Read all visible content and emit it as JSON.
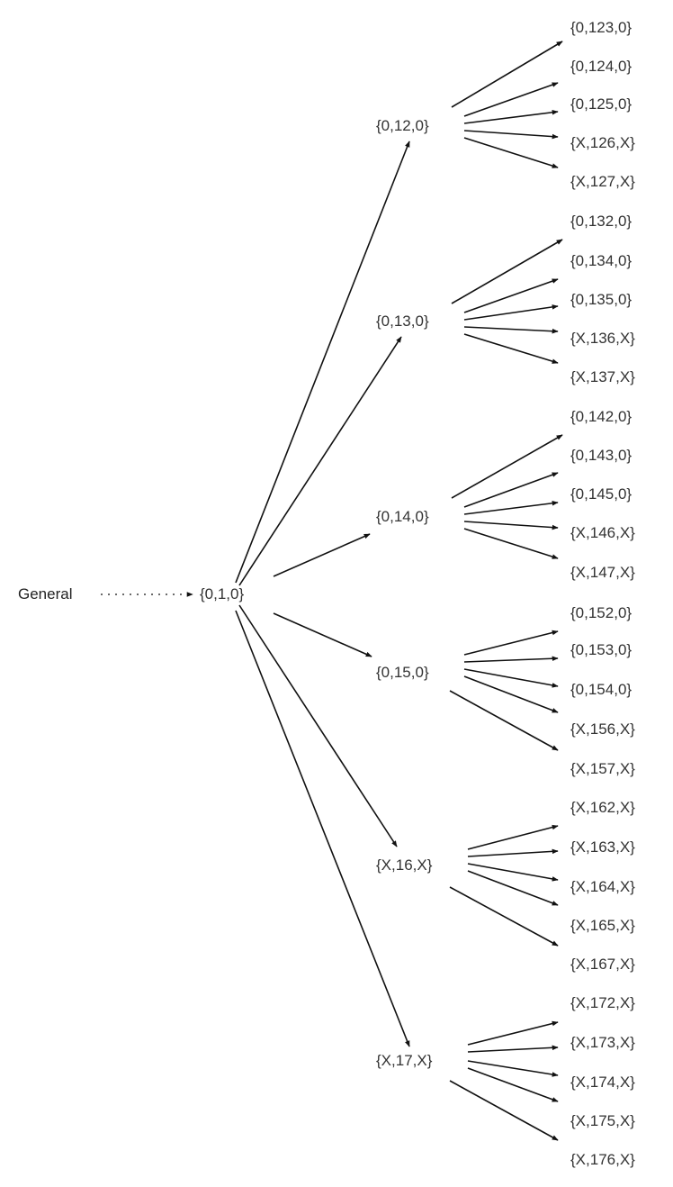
{
  "diagram": {
    "root": {
      "label": "General"
    },
    "center": {
      "label": "{0,1,0}"
    },
    "nodes": [
      {
        "label": "{0,12,0}",
        "children": [
          "{0,123,0}",
          "{0,124,0}",
          "{0,125,0}",
          "{X,126,X}",
          "{X,127,X}"
        ]
      },
      {
        "label": "{0,13,0}",
        "children": [
          "{0,132,0}",
          "{0,134,0}",
          "{0,135,0}",
          "{X,136,X}",
          "{X,137,X}"
        ]
      },
      {
        "label": "{0,14,0}",
        "children": [
          "{0,142,0}",
          "{0,143,0}",
          "{0,145,0}",
          "{X,146,X}",
          "{X,147,X}"
        ]
      },
      {
        "label": "{0,15,0}",
        "children": [
          "{0,152,0}",
          "{0,153,0}",
          "{0,154,0}",
          "{X,156,X}",
          "{X,157,X}"
        ]
      },
      {
        "label": "{X,16,X}",
        "children": [
          "{X,162,X}",
          "{X,163,X}",
          "{X,164,X}",
          "{X,165,X}",
          "{X,167,X}"
        ]
      },
      {
        "label": "{X,17,X}",
        "children": [
          "{X,172,X}",
          "{X,173,X}",
          "{X,174,X}",
          "{X,175,X}",
          "{X,176,X}"
        ]
      }
    ]
  }
}
